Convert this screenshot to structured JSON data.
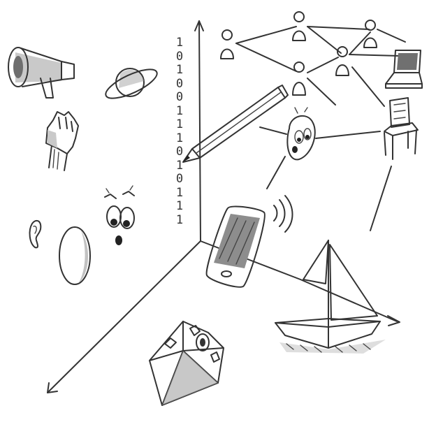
{
  "binary_digits": [
    "1",
    "0",
    "1",
    "0",
    "0",
    "1",
    "1",
    "1",
    "0",
    "1",
    "0",
    "1",
    "1",
    "1"
  ],
  "colors": {
    "ink": "#333333",
    "shade": "#c9c9c9",
    "shade_dark": "#9a9a9a",
    "background": "#ffffff"
  },
  "icons": [
    "megaphone-icon",
    "saturn-planet-icon",
    "raised-fist-icon",
    "ear-icon",
    "egg-head-icon",
    "surprised-face-icon",
    "pencil-icon",
    "network-people-icon",
    "laptop-icon",
    "chair-icon",
    "worried-face-icon",
    "smartphone-icon",
    "sailboat-icon",
    "house-box-icon"
  ]
}
